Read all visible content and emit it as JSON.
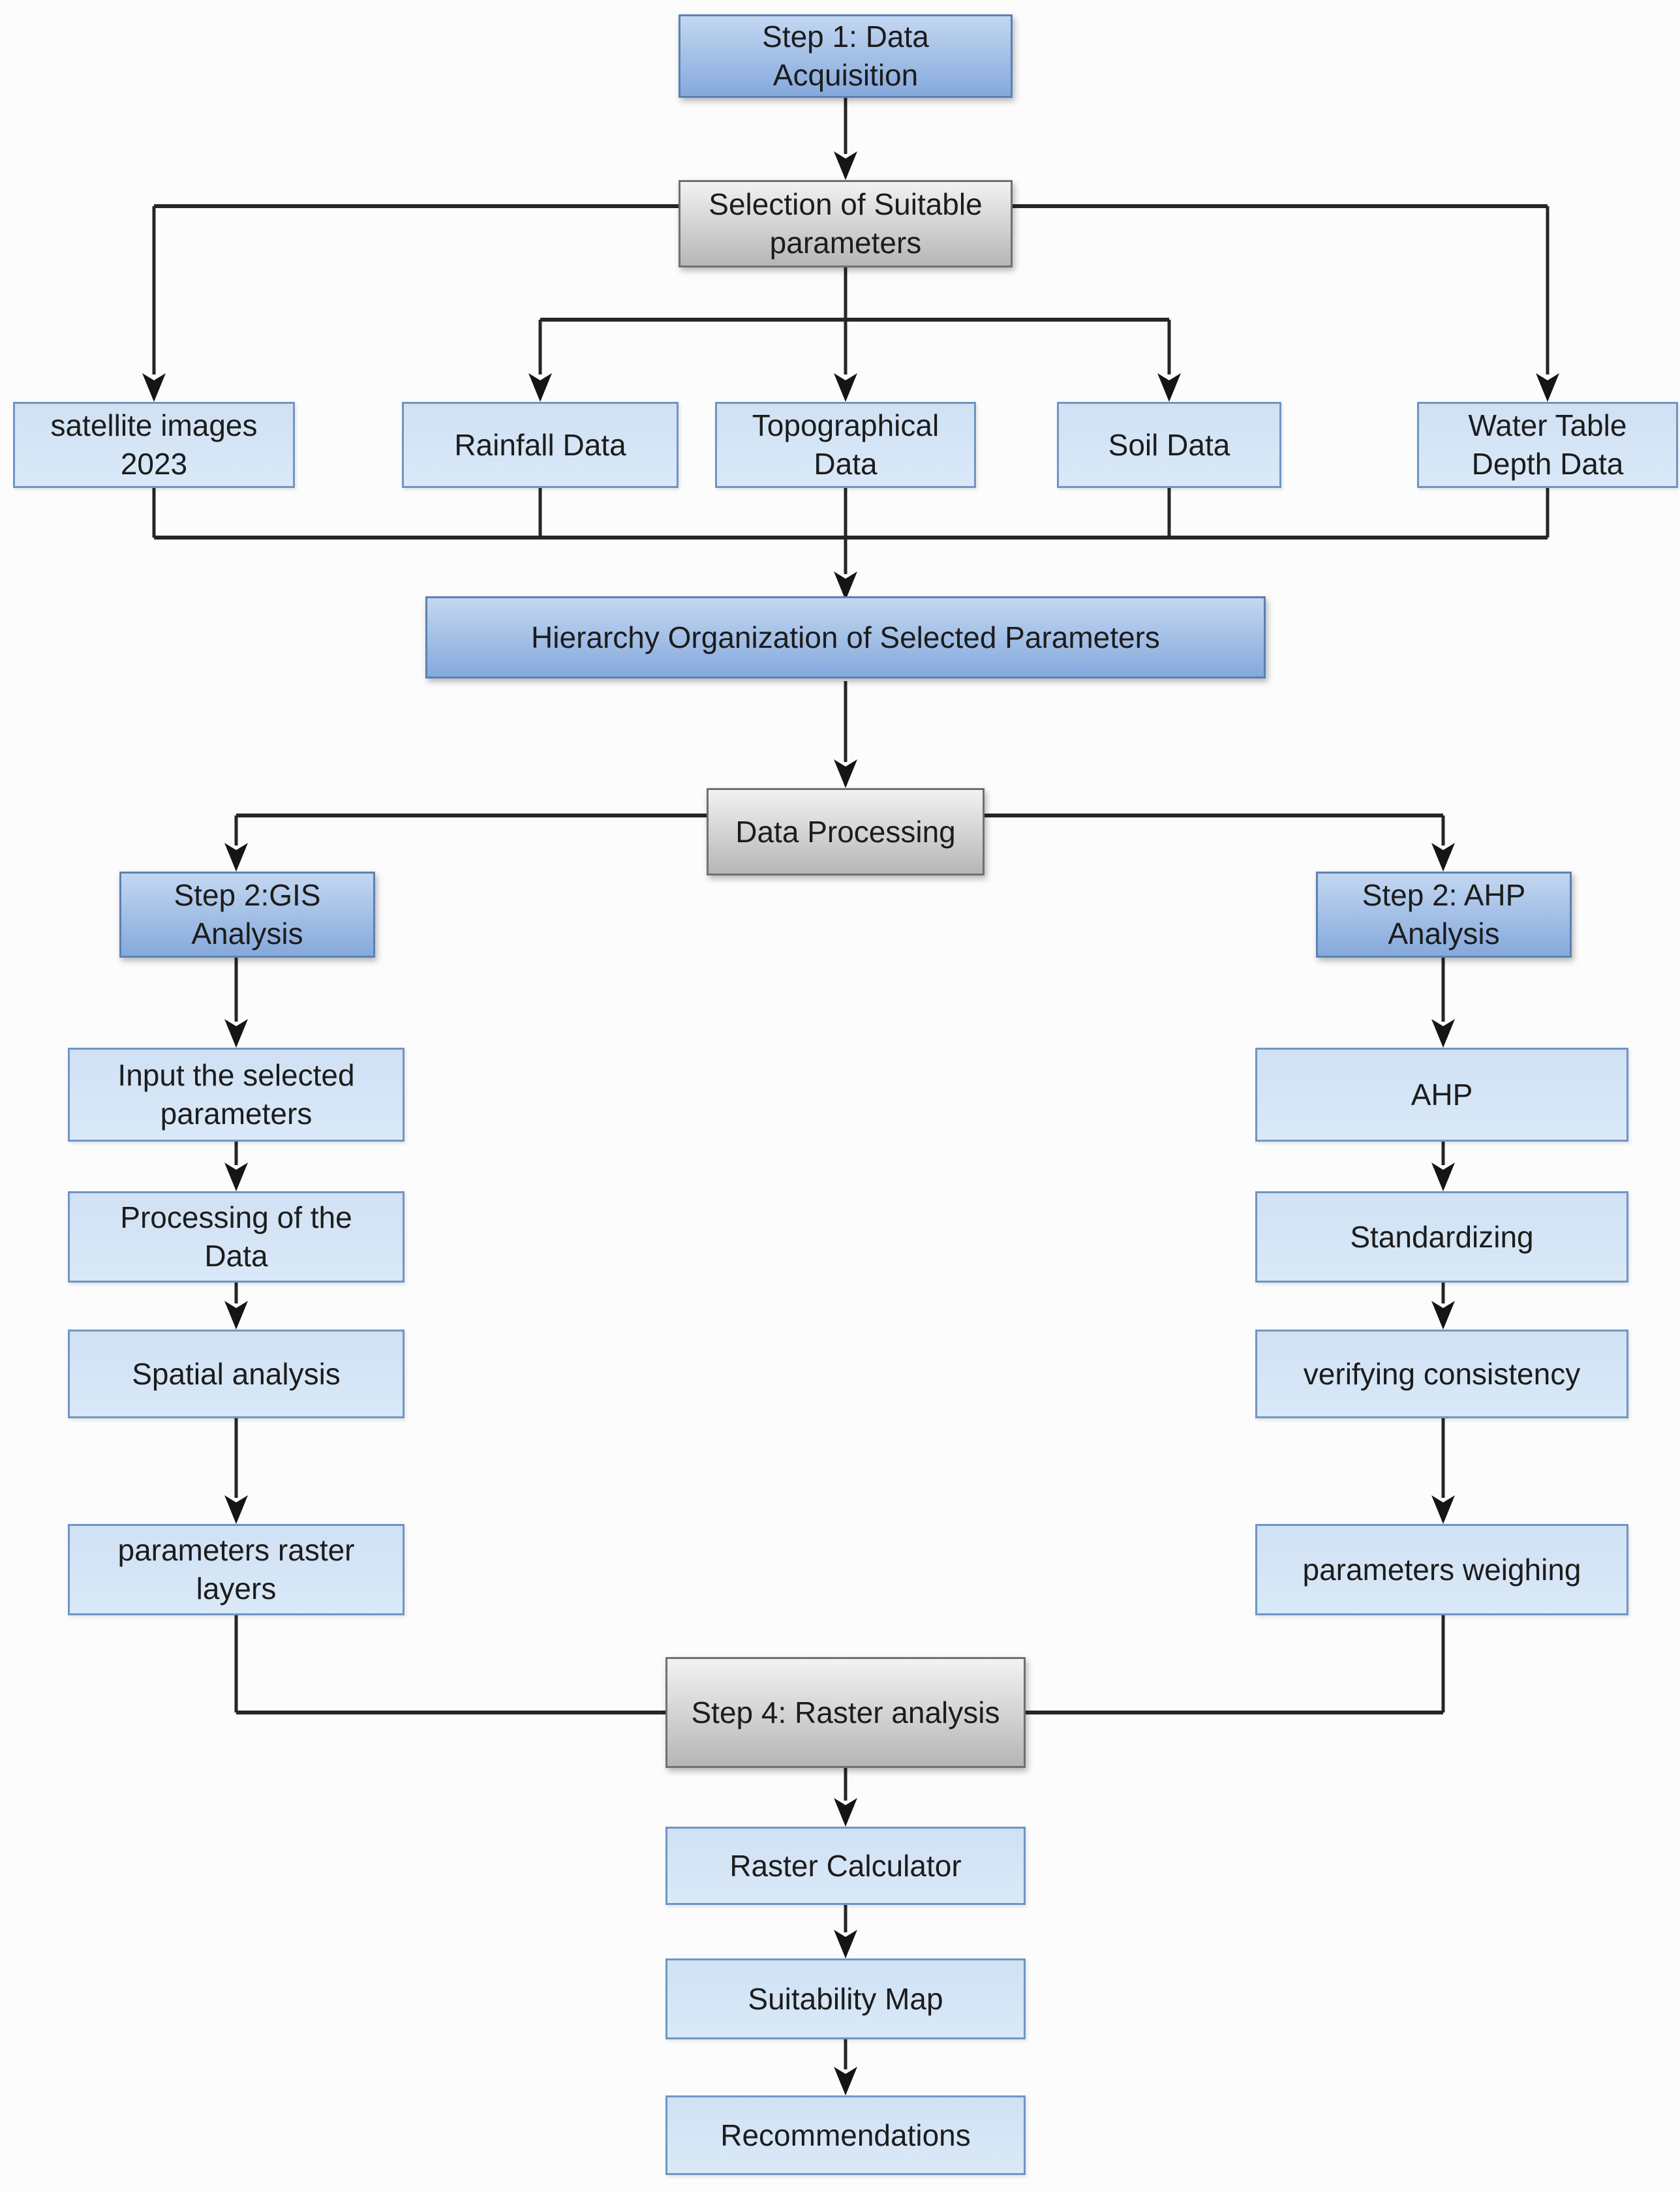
{
  "diagram": {
    "type": "flowchart",
    "nodes": {
      "step1": {
        "label": "Step 1: Data\nAcquisition",
        "style": "blue-gradient"
      },
      "selection": {
        "label": "Selection of Suitable\nparameters",
        "style": "gray-gradient"
      },
      "satellite": {
        "label": "satellite images\n2023",
        "style": "blue-flat"
      },
      "rainfall": {
        "label": "Rainfall Data",
        "style": "blue-flat"
      },
      "topographical": {
        "label": "Topographical\nData",
        "style": "blue-flat"
      },
      "soil": {
        "label": "Soil Data",
        "style": "blue-flat"
      },
      "water_table": {
        "label": "Water Table\nDepth Data",
        "style": "blue-flat"
      },
      "hierarchy": {
        "label": "Hierarchy Organization of Selected Parameters",
        "style": "blue-gradient"
      },
      "data_processing": {
        "label": "Data Processing",
        "style": "gray-gradient"
      },
      "gis_step": {
        "label": "Step 2:GIS\nAnalysis",
        "style": "blue-gradient"
      },
      "ahp_step": {
        "label": "Step 2: AHP\nAnalysis",
        "style": "blue-gradient"
      },
      "gis_input": {
        "label": "Input the selected\nparameters",
        "style": "blue-flat"
      },
      "gis_processing": {
        "label": "Processing of the\nData",
        "style": "blue-flat"
      },
      "gis_spatial": {
        "label": "Spatial analysis",
        "style": "blue-flat"
      },
      "gis_raster_layers": {
        "label": "parameters raster\nlayers",
        "style": "blue-flat"
      },
      "ahp": {
        "label": "AHP",
        "style": "blue-flat"
      },
      "standardizing": {
        "label": "Standardizing",
        "style": "blue-flat"
      },
      "verifying_consistency": {
        "label": "verifying consistency",
        "style": "blue-flat"
      },
      "parameters_weighing": {
        "label": "parameters weighing",
        "style": "blue-flat"
      },
      "raster_step": {
        "label": "Step 4: Raster analysis",
        "style": "gray-gradient"
      },
      "raster_calculator": {
        "label": "Raster Calculator",
        "style": "blue-flat"
      },
      "suitability_map": {
        "label": "Suitability Map",
        "style": "blue-flat"
      },
      "recommendations": {
        "label": "Recommendations",
        "style": "blue-flat"
      }
    },
    "edges": [
      {
        "from": "step1",
        "to": "selection"
      },
      {
        "from": "selection",
        "to": "satellite"
      },
      {
        "from": "selection",
        "to": "rainfall"
      },
      {
        "from": "selection",
        "to": "topographical"
      },
      {
        "from": "selection",
        "to": "soil"
      },
      {
        "from": "selection",
        "to": "water_table"
      },
      {
        "from": "satellite",
        "to": "hierarchy"
      },
      {
        "from": "rainfall",
        "to": "hierarchy"
      },
      {
        "from": "topographical",
        "to": "hierarchy"
      },
      {
        "from": "soil",
        "to": "hierarchy"
      },
      {
        "from": "water_table",
        "to": "hierarchy"
      },
      {
        "from": "hierarchy",
        "to": "data_processing"
      },
      {
        "from": "data_processing",
        "to": "gis_step"
      },
      {
        "from": "data_processing",
        "to": "ahp_step"
      },
      {
        "from": "gis_step",
        "to": "gis_input"
      },
      {
        "from": "gis_input",
        "to": "gis_processing"
      },
      {
        "from": "gis_processing",
        "to": "gis_spatial"
      },
      {
        "from": "gis_spatial",
        "to": "gis_raster_layers"
      },
      {
        "from": "gis_raster_layers",
        "to": "raster_step"
      },
      {
        "from": "ahp_step",
        "to": "ahp"
      },
      {
        "from": "ahp",
        "to": "standardizing"
      },
      {
        "from": "standardizing",
        "to": "verifying_consistency"
      },
      {
        "from": "verifying_consistency",
        "to": "parameters_weighing"
      },
      {
        "from": "parameters_weighing",
        "to": "raster_step"
      },
      {
        "from": "raster_step",
        "to": "raster_calculator"
      },
      {
        "from": "raster_calculator",
        "to": "suitability_map"
      },
      {
        "from": "suitability_map",
        "to": "recommendations"
      }
    ],
    "colors": {
      "blue_gradient_top": "#c3d7f1",
      "blue_gradient_bottom": "#85a9dc",
      "blue_gradient_border": "#5a82b4",
      "blue_flat_top": "#d0e1f4",
      "blue_flat_bottom": "#d9e9f8",
      "blue_flat_border": "#6f95c5",
      "gray_gradient_top": "#f2f2f2",
      "gray_gradient_bottom": "#b6b6b6",
      "gray_border": "#707070",
      "line_color": "#262626",
      "arrow_color": "#151515",
      "text_color": "#1c1c1c",
      "background": "#fcfcfc"
    }
  }
}
